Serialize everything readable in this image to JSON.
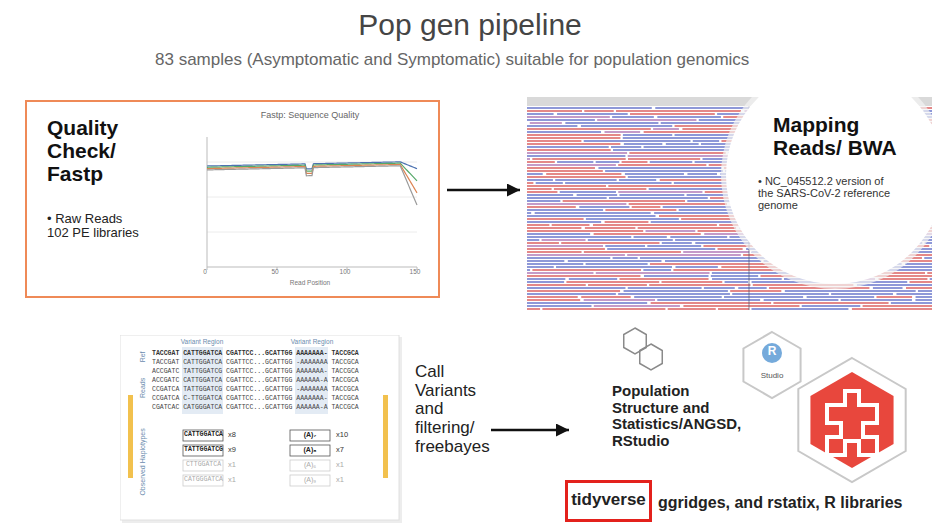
{
  "diagram": {
    "title": "Pop gen pipeline",
    "nodes": [
      {
        "text": [
          "Quality Check/ Fastp",
          "• Raw Reads 102 PE libraries"
        ]
      },
      {
        "text": [
          "Mapping Reads/ BWA",
          "• NC_045512.2 version of the SARS-CoV-2 reference genome"
        ]
      },
      {
        "text": [
          "Call Variants and filtering/ freebayes"
        ]
      },
      {
        "text": [
          "Population Structure and Statistics/ANGSD, RStudio"
        ]
      },
      {
        "text": [
          "tidyverse"
        ]
      }
    ],
    "edges": [
      {
        "from": 0,
        "to": 1,
        "arrow": "to"
      },
      {
        "from": 2,
        "to": 3,
        "arrow": "to"
      }
    ],
    "labels": [
      "83 samples (Asymptomatic and Symptomatic) suitable for population genomics",
      "Fastp: Sequence Quality",
      "0",
      "50",
      "100",
      "150",
      "Read Position",
      "Variant Region",
      "Variant Region",
      "Ref",
      "Reads",
      "Observed Haplotypes",
      "TACCGAT CATTGGATCA CGATTCC...GCATTGG AAAAAAA- TACCGCA",
      "TACCGAT CATTGGATCA CGATTCC...GCATTGG -AAAAAAA TACCGCA",
      "ACCGATC TATTGGATCG CGATTCC...GCATTGG AAAAAAA- TACCGCA",
      "ACCGATC CATTGGATCA CGATTCC...GCATTGG AAAAAA-A TACCGCA",
      "CCGATCA TATTGGATCG CGATTCC...GCATTGG -AAAAAAA TACCGCA",
      "CCGATCA C-TTGGATCA CGATTCC...GCATTGG AAAAAAA- TACCGCA",
      "CGATCAC CATGGGATCA CGATTCC...GCATTGG AAAAAA-A TACCGCA",
      "CATTGGATCA",
      "x8",
      "TATTGGATCG",
      "x9",
      "CTTGGATCA",
      "x1",
      "CATGGGATCA",
      "x1",
      "(A)₇",
      "x10",
      "(A)₈",
      "x7",
      "(A)₆",
      "x1",
      "(A)₉",
      "x1",
      "R",
      "Studio",
      "ggridges, and rstatix, R libraries"
    ]
  }
}
